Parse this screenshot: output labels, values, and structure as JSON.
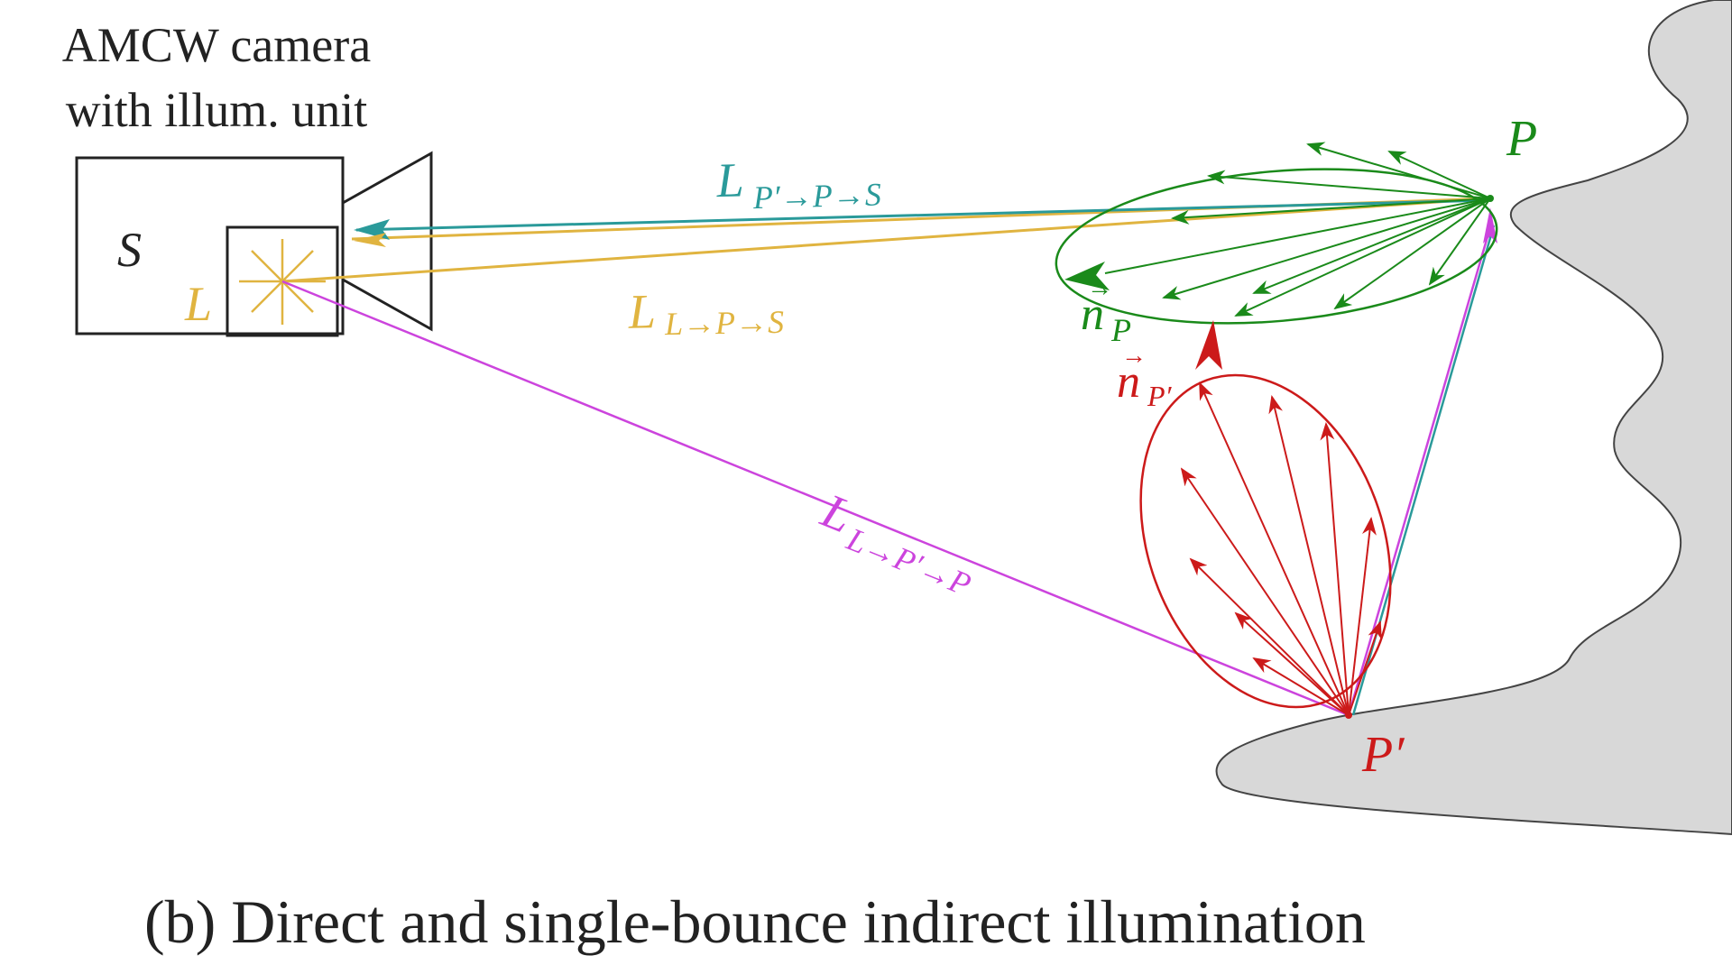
{
  "camera": {
    "title_line1": "AMCW camera",
    "title_line2": "with illum. unit",
    "sensor_label": "S",
    "light_label": "L"
  },
  "points": {
    "p": "P",
    "p_prime": "P′"
  },
  "normals": {
    "n_p_main": "n",
    "n_p_sub": "P",
    "n_pp_main": "n",
    "n_pp_sub": "P′"
  },
  "paths": {
    "indirect_to_sensor_main": "L",
    "indirect_to_sensor_sub": "P′→P→S",
    "direct_main": "L",
    "direct_sub": "L→P→S",
    "light_to_pp_main": "L",
    "light_to_pp_sub": "L→P′→P"
  },
  "caption": "(b)  Direct and single-bounce indirect illumination",
  "colors": {
    "teal": "#2a9a9a",
    "gold": "#e0b440",
    "magenta": "#cc44dd",
    "green": "#1a8a1a",
    "red": "#cc1a1a",
    "surface": "#d8d8d8",
    "ink": "#222222"
  }
}
